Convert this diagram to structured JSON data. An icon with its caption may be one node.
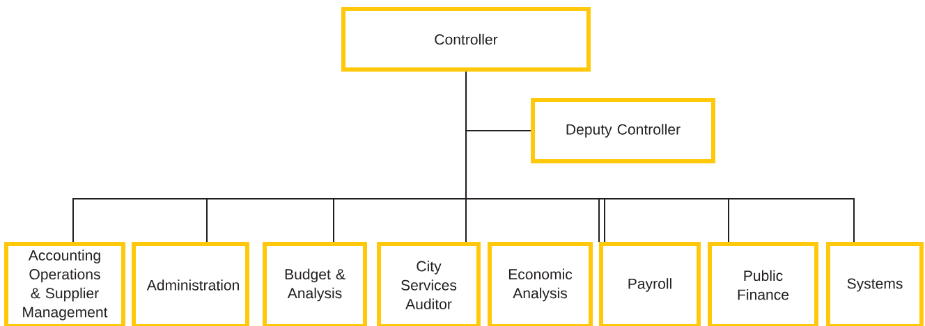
{
  "diagram": {
    "nodes": [
      {
        "text": [
          "Controller"
        ]
      },
      {
        "text": [
          "Deputy Controller"
        ]
      },
      {
        "text": [
          "Accounting Operations & Supplier Management"
        ]
      },
      {
        "text": [
          "Administration"
        ]
      },
      {
        "text": [
          "Budget & Analysis"
        ]
      },
      {
        "text": [
          "City Services Auditor"
        ]
      },
      {
        "text": [
          "Economic Analysis"
        ]
      },
      {
        "text": [
          "Payroll"
        ]
      },
      {
        "text": [
          "Public Finance"
        ]
      },
      {
        "text": [
          "Systems"
        ]
      }
    ],
    "edges": [
      {
        "from": 0,
        "to": 1,
        "arrow": "none"
      },
      {
        "from": 0,
        "to": 2,
        "arrow": "none"
      },
      {
        "from": 0,
        "to": 3,
        "arrow": "none"
      },
      {
        "from": 0,
        "to": 4,
        "arrow": "none"
      },
      {
        "from": 0,
        "to": 5,
        "arrow": "none"
      },
      {
        "from": 0,
        "to": 6,
        "arrow": "none"
      },
      {
        "from": 0,
        "to": 7,
        "arrow": "none"
      },
      {
        "from": 0,
        "to": 8,
        "arrow": "none"
      },
      {
        "from": 0,
        "to": 9,
        "arrow": "none"
      }
    ]
  }
}
